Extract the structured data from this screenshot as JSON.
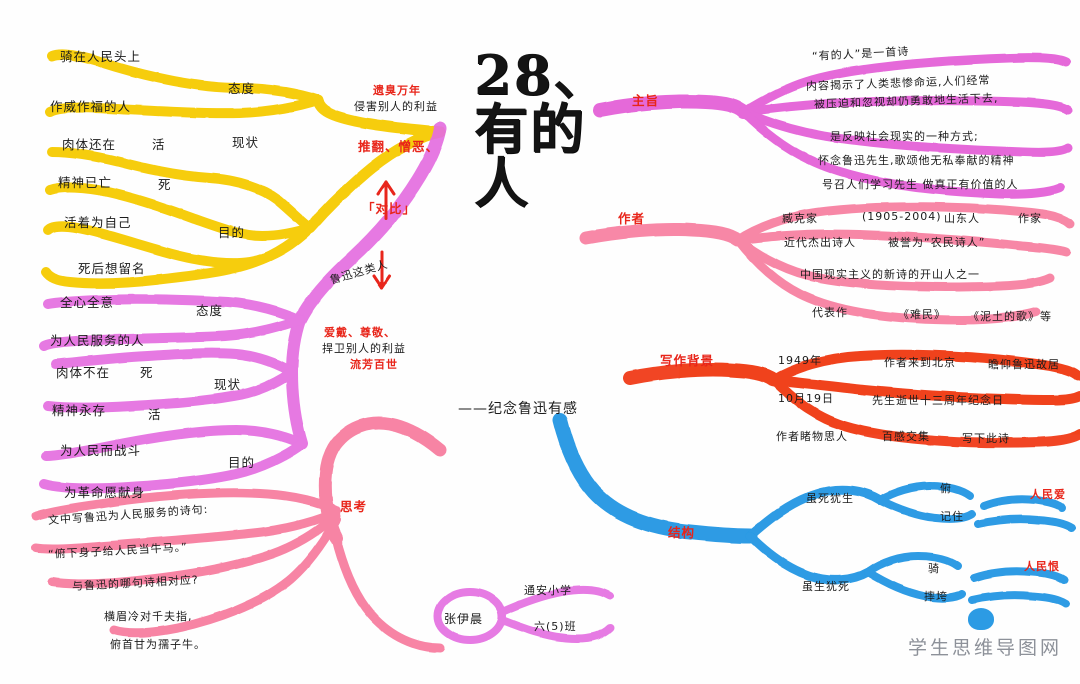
{
  "center": {
    "title": "28、有的人",
    "subtitle": "——纪念鲁迅有感"
  },
  "watermark": {
    "text": "学生思维导图网"
  },
  "annotations": {
    "bad_fate": "遗臭万年",
    "bad_deed": "侵害别人的利益",
    "bad_attitude": "推翻、憎恶、",
    "contrast": "「对比」",
    "luxun_group": "鲁迅这类人",
    "good_attitude": "爱戴、尊敬、",
    "good_deed": "捍卫别人的利益",
    "good_fate": "流芳百世"
  },
  "branches": {
    "yellow": {
      "color": "#F6CB00",
      "groups": [
        {
          "label": "态度",
          "leaves": [
            {
              "text": "骑在人民头上",
              "sub": ""
            },
            {
              "text": "作威作福的人",
              "sub": ""
            }
          ]
        },
        {
          "label": "现状",
          "leaves": [
            {
              "text": "肉体还在",
              "sub": "活"
            },
            {
              "text": "精神已亡",
              "sub": "死"
            }
          ]
        },
        {
          "label": "目的",
          "leaves": [
            {
              "text": "活着为自己",
              "sub": ""
            },
            {
              "text": "死后想留名",
              "sub": ""
            }
          ]
        }
      ]
    },
    "violet": {
      "color": "#E46DE0",
      "groups": [
        {
          "label": "态度",
          "leaves": [
            {
              "text": "全心全意",
              "sub": ""
            },
            {
              "text": "为人民服务的人",
              "sub": ""
            }
          ]
        },
        {
          "label": "现状",
          "leaves": [
            {
              "text": "肉体不在",
              "sub": "死"
            },
            {
              "text": "精神永存",
              "sub": "活"
            }
          ]
        },
        {
          "label": "目的",
          "leaves": [
            {
              "text": "为人民而战斗",
              "sub": ""
            },
            {
              "text": "为革命愿献身",
              "sub": ""
            }
          ]
        }
      ]
    },
    "pink_think": {
      "color": "#F7779B",
      "label": "思考",
      "lines": [
        "文中写鲁迅为人民服务的诗句:",
        "“俯下身子给人民当牛马。”",
        "与鲁迅的哪句诗相对应?",
        "横眉冷对千夫指,",
        "俯首甘为孺子牛。"
      ]
    },
    "theme": {
      "color": "#E35CD6",
      "label": "主旨",
      "lines": [
        "“有的人”是一首诗",
        "内容揭示了人类悲惨命运,人们经常",
        "被压迫和忽视却仍勇敢地生活下去,",
        "是反映社会现实的一种方式;",
        "怀念鲁迅先生,歌颂他无私奉献的精神",
        "号召人们学习先生 做真正有价值的人"
      ]
    },
    "author": {
      "color": "#F77B9D",
      "label": "作者",
      "rows": [
        {
          "cells": [
            "臧克家",
            "(1905-2004)",
            "山东人",
            "作家"
          ]
        },
        {
          "cells": [
            "近代杰出诗人",
            "被誉为“农民诗人”"
          ]
        },
        {
          "cells": [
            "中国现实主义的新诗的开山人之一"
          ]
        },
        {
          "cells": [
            "代表作",
            "《难民》",
            "《泥土的歌》等"
          ]
        }
      ]
    },
    "background": {
      "color": "#F03813",
      "label": "写作背景",
      "rows": [
        {
          "cells": [
            "1949年",
            "作者来到北京",
            "瞻仰鲁迅故居"
          ]
        },
        {
          "cells": [
            "10月19日",
            "先生逝世十三周年纪念日"
          ]
        },
        {
          "cells": [
            "作者睹物思人",
            "百感交集",
            "写下此诗"
          ]
        }
      ]
    },
    "structure": {
      "color": "#2196E3",
      "label": "结构",
      "groups": [
        {
          "label": "虽死犹生",
          "leaves": [
            "俯",
            "记住"
          ],
          "result": "人民爱"
        },
        {
          "label": "虽生犹死",
          "leaves": [
            "骑",
            "摔垮"
          ],
          "result": "人民恨"
        }
      ]
    }
  },
  "signature": {
    "name": "张伊晨",
    "school": "通安小学",
    "classroom": "六(5)班"
  }
}
